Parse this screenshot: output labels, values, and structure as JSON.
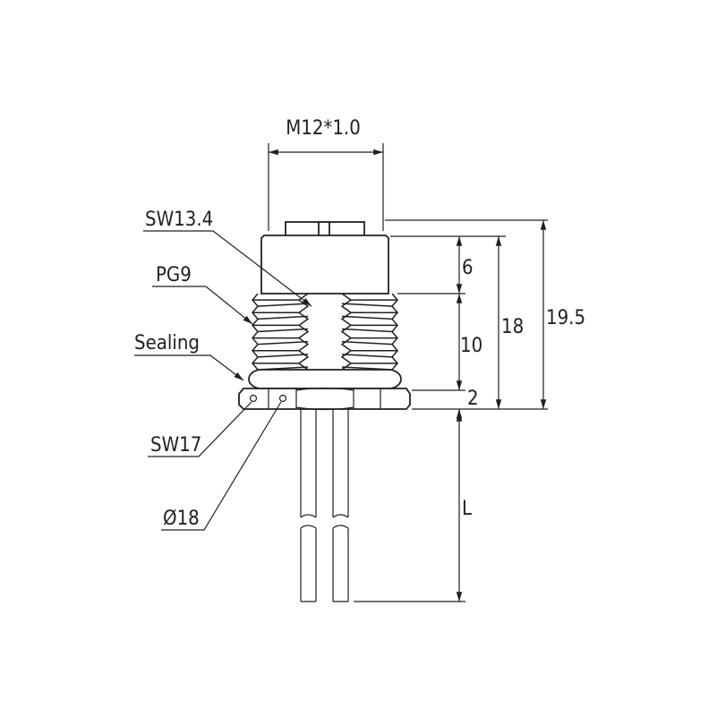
{
  "labels": {
    "thread_top": "M12*1.0",
    "body_wrench": "SW13.4",
    "panel_thread": "PG9",
    "sealing": "Sealing",
    "nut_wrench": "SW17",
    "nut_diameter": "Ø18"
  },
  "dimensions": {
    "body_height": "6",
    "thread_height": "10",
    "nut_height": "2",
    "total_no_cap": "18",
    "total": "19.5",
    "wire_length": "L"
  },
  "colors": {
    "line": "#231f20",
    "background": "#ffffff"
  }
}
